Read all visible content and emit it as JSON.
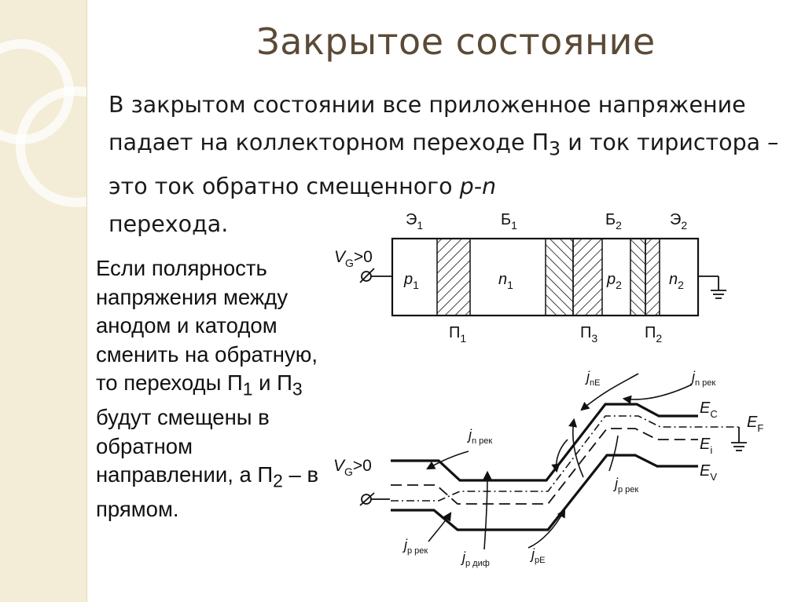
{
  "slide": {
    "title": "Закрытое состояние",
    "intro": {
      "before_sub": "В закрытом состоянии все приложенное напряжение падает на коллекторном переходе П",
      "sub": "3",
      "middle": " и ток тиристора – это ток обратно смещенного ",
      "italic": "p-n",
      "after": " перехода."
    },
    "side_text": {
      "part1": "Если полярность напряжения между анодом и катодом сменить на обратную, то переходы П",
      "sub1": "1",
      "part2": " и П",
      "sub2": "3",
      "part3": " будут смещены в обратном направлении, а П",
      "sub3": "2",
      "part4": " – в прямом."
    }
  },
  "structure_diagram": {
    "voltage": {
      "main": "V",
      "sub": "G",
      "rest": ">0"
    },
    "region_labels": [
      {
        "main": "Э",
        "sub": "1"
      },
      {
        "main": "Б",
        "sub": "1"
      },
      {
        "main": "Б",
        "sub": "2"
      },
      {
        "main": "Э",
        "sub": "2"
      }
    ],
    "layers": [
      {
        "main": "p",
        "sub": "1"
      },
      {
        "main": "n",
        "sub": "1"
      },
      {
        "main": "p",
        "sub": "2"
      },
      {
        "main": "n",
        "sub": "2"
      }
    ],
    "junctions": [
      {
        "main": "П",
        "sub": "1"
      },
      {
        "main": "П",
        "sub": "3"
      },
      {
        "main": "П",
        "sub": "2"
      }
    ]
  },
  "band_diagram": {
    "voltage": {
      "main": "V",
      "sub": "G",
      "rest": ">0"
    },
    "levels": [
      {
        "main": "E",
        "sub": "C"
      },
      {
        "main": "E",
        "sub": "i"
      },
      {
        "main": "E",
        "sub": "V"
      },
      {
        "main": "E",
        "sub": "F"
      }
    ],
    "currents": [
      {
        "main": "j",
        "sub": "nE"
      },
      {
        "main": "j",
        "sub": "n рек"
      },
      {
        "main": "j",
        "sub": "n рек"
      },
      {
        "main": "j",
        "sub": "p рек"
      },
      {
        "main": "j",
        "sub": "p рек"
      },
      {
        "main": "j",
        "sub": "p диф"
      },
      {
        "main": "j",
        "sub": "pE"
      }
    ]
  }
}
